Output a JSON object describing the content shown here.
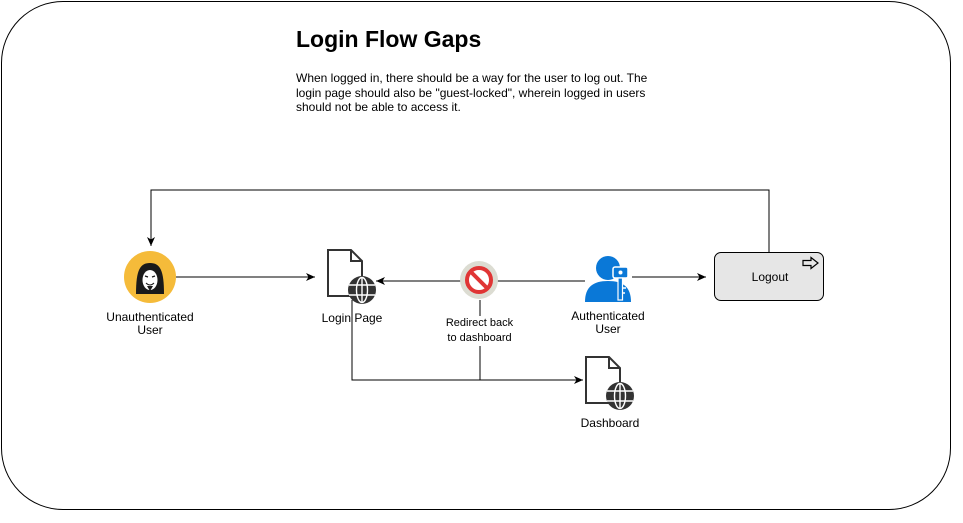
{
  "title": "Login Flow Gaps",
  "description": "When logged in, there should be a way for the user to log out. The login page should also be \"guest-locked\", wherein logged in users should not be able to access it.",
  "nodes": {
    "unauthenticated_user": {
      "label": "Unauthenticated\nUser",
      "icon": "hacker-avatar-icon"
    },
    "login_page": {
      "label": "Login Page",
      "icon": "web-page-icon"
    },
    "blocked": {
      "label": "Redirect back\nto dashboard",
      "icon": "prohibited-icon"
    },
    "authenticated_user": {
      "label": "Authenticated\nUser",
      "icon": "user-key-icon"
    },
    "logout": {
      "label": "Logout",
      "icon": "logout-arrow-icon"
    },
    "dashboard": {
      "label": "Dashboard",
      "icon": "web-page-icon"
    }
  },
  "colors": {
    "avatar_bg": "#F5BB3A",
    "user_blue": "#0A78D7",
    "prohibited_bg": "#DCDCD2",
    "prohibited_red": "#E03535",
    "logout_fill": "#E6E6E6"
  }
}
